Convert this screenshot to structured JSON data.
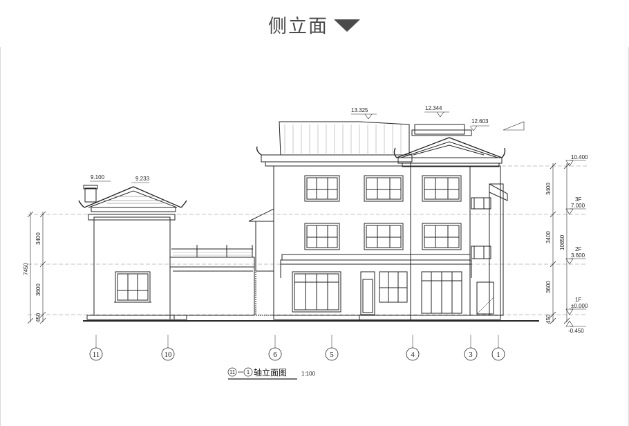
{
  "header": {
    "title": "侧立面"
  },
  "drawing": {
    "caption": "轴立面图",
    "caption_from": "11",
    "caption_to": "1",
    "scale": "1:100",
    "ridge_elevations": {
      "main": "13.325",
      "mid": "12.344",
      "right": "12.603",
      "left_a": "9.100",
      "left_b": "9.233"
    },
    "levels": [
      {
        "code": "",
        "value": "10.400"
      },
      {
        "code": "3F",
        "value": "7.000"
      },
      {
        "code": "2F",
        "value": "3.600"
      },
      {
        "code": "1F",
        "value": "±0.000"
      },
      {
        "code": "",
        "value": "-0.450"
      }
    ],
    "right_dims": [
      "3400",
      "3400",
      "10850",
      "3600",
      "450"
    ],
    "left_dims": [
      "3400",
      "7450",
      "3600",
      "450"
    ],
    "axes": [
      "11",
      "10",
      "6",
      "5",
      "4",
      "3",
      "1"
    ]
  }
}
